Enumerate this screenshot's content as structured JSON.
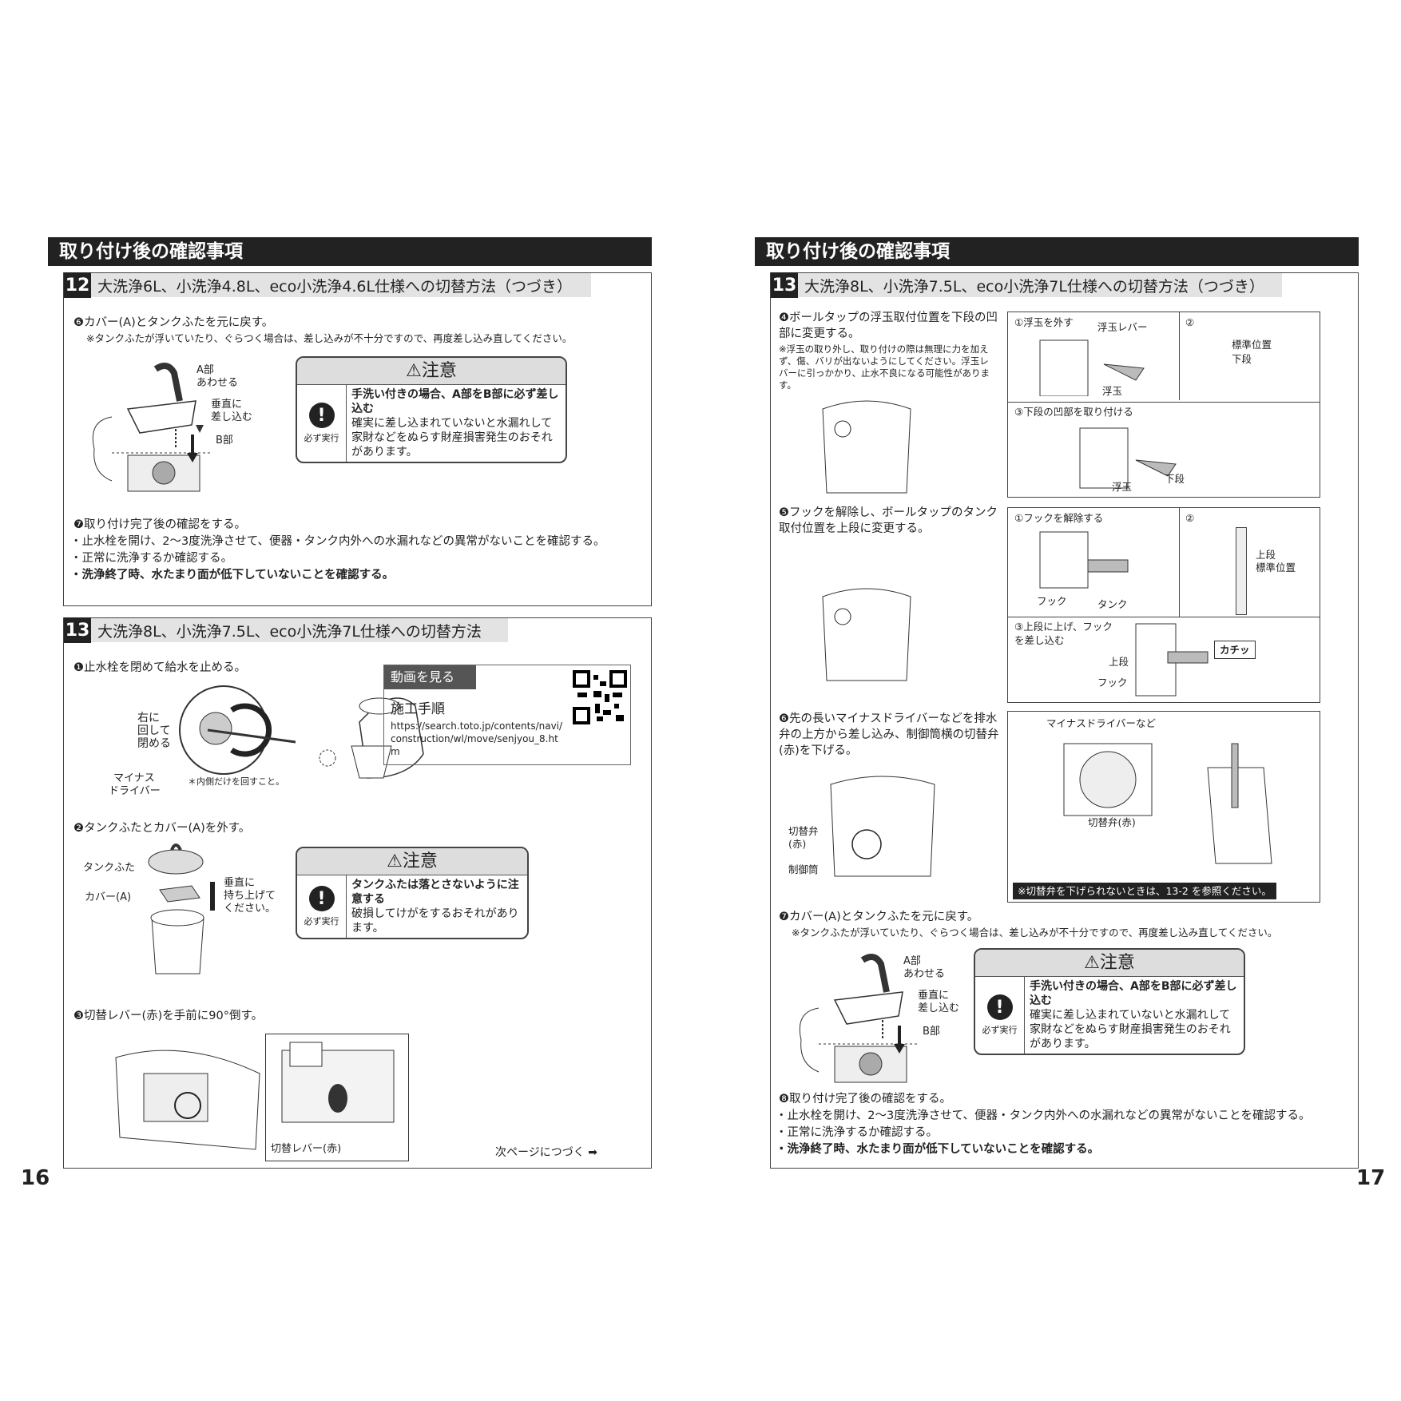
{
  "left": {
    "header": "取り付け後の確認事項",
    "page_number": "16",
    "step12": {
      "num": "12",
      "title": "大洗浄6L、小洗浄4.8L、eco小洗浄4.6L仕様への切替方法（つづき）",
      "s6": "❻カバー(A)とタンクふたを元に戻す。",
      "s6_note": "※タンクふたが浮いていたり、ぐらつく場合は、差し込みが不十分ですので、再度差し込み直してください。",
      "labels": {
        "a": "A部",
        "a2": "あわせる",
        "v1": "垂直に",
        "v2": "差し込む",
        "b": "B部"
      },
      "caution": {
        "title": "注意",
        "mark": "必ず実行",
        "strong": "手洗い付きの場合、A部をB部に必ず差し込む",
        "text": "確実に差し込まれていないと水漏れして家財などをぬらす財産損害発生のおそれがあります。"
      },
      "s7": "❼取り付け完了後の確認をする。",
      "s7_items": [
        "・止水栓を開け、2～3度洗浄させて、便器・タンク内外への水漏れなどの異常がないことを確認する。",
        "・正常に洗浄するか確認する。"
      ],
      "s7_bold": "・洗浄終了時、水たまり面が低下していないことを確認する。"
    },
    "step13": {
      "num": "13",
      "title": "大洗浄8L、小洗浄7.5L、eco小洗浄7L仕様への切替方法",
      "s1": "❶止水栓を閉めて給水を止める。",
      "s1_labels": {
        "r1": "右に",
        "r2": "回して",
        "r3": "閉める",
        "d1": "マイナス",
        "d2": "ドライバー",
        "note": "＊内側だけを回すこと。"
      },
      "video": {
        "head": "動画を見る",
        "title": "施工手順",
        "url": "https://search.toto.jp/contents/navi/construction/wl/move/senjyou_8.htm"
      },
      "s2": "❷タンクふたとカバー(A)を外す。",
      "s2_labels": {
        "lid": "タンクふた",
        "cover": "カバー(A)",
        "up1": "垂直に",
        "up2": "持ち上げて",
        "up3": "ください。"
      },
      "caution": {
        "title": "注意",
        "mark": "必ず実行",
        "strong": "タンクふたは落とさないように注意する",
        "text": "破損してけがをするおそれがあります。"
      },
      "s3": "❸切替レバー(赤)を手前に90°倒す。",
      "s3_label": "切替レバー(赤)",
      "next": "次ページにつづく"
    }
  },
  "right": {
    "header": "取り付け後の確認事項",
    "page_number": "17",
    "step13": {
      "num": "13",
      "title": "大洗浄8L、小洗浄7.5L、eco小洗浄7L仕様への切替方法（つづき）",
      "s4": "❹ボールタップの浮玉取付位置を下段の凹部に変更する。",
      "s4_note": "※浮玉の取り外し、取り付けの際は無理に力を加えず、傷、バリが出ないようにしてください。浮玉レバーに引っかかり、止水不良になる可能性があります。",
      "s4_p1": "①浮玉を外す",
      "s4_p1a": "浮玉レバー",
      "s4_p1b": "浮玉",
      "s4_p2": "②",
      "s4_p2a": "標準位置",
      "s4_p2b": "下段",
      "s4_p3": "③下段の凹部を取り付ける",
      "s4_p3a": "浮玉",
      "s4_p3b": "下段",
      "s5": "❺フックを解除し、ボールタップのタンク取付位置を上段に変更する。",
      "s5_p1": "①フックを解除する",
      "s5_p1a": "フック",
      "s5_p1b": "タンク",
      "s5_p2": "②",
      "s5_p2a": "上段",
      "s5_p2b": "標準位置",
      "s5_p3": "③上段に上げ、フックを差し込む",
      "s5_p3a": "上段",
      "s5_p3b": "フック",
      "s5_p3c": "カチッ",
      "s6": "❻先の長いマイナスドライバーなどを排水弁の上方から差し込み、制御筒横の切替弁(赤)を下げる。",
      "s6_l1": "切替弁",
      "s6_l2": "(赤)",
      "s6_l3": "制御筒",
      "s6_p1": "マイナスドライバーなど",
      "s6_p2": "切替弁(赤)",
      "s6_ref": "※切替弁を下げられないときは、13-2 を参照ください。",
      "s7": "❼カバー(A)とタンクふたを元に戻す。",
      "s7_note": "※タンクふたが浮いていたり、ぐらつく場合は、差し込みが不十分ですので、再度差し込み直してください。",
      "labels": {
        "a": "A部",
        "a2": "あわせる",
        "v1": "垂直に",
        "v2": "差し込む",
        "b": "B部"
      },
      "caution": {
        "title": "注意",
        "mark": "必ず実行",
        "strong": "手洗い付きの場合、A部をB部に必ず差し込む",
        "text": "確実に差し込まれていないと水漏れして家財などをぬらす財産損害発生のおそれがあります。"
      },
      "s8": "❽取り付け完了後の確認をする。",
      "s8_items": [
        "・止水栓を開け、2～3度洗浄させて、便器・タンク内外への水漏れなどの異常がないことを確認する。",
        "・正常に洗浄するか確認する。"
      ],
      "s8_bold": "・洗浄終了時、水たまり面が低下していないことを確認する。"
    }
  }
}
